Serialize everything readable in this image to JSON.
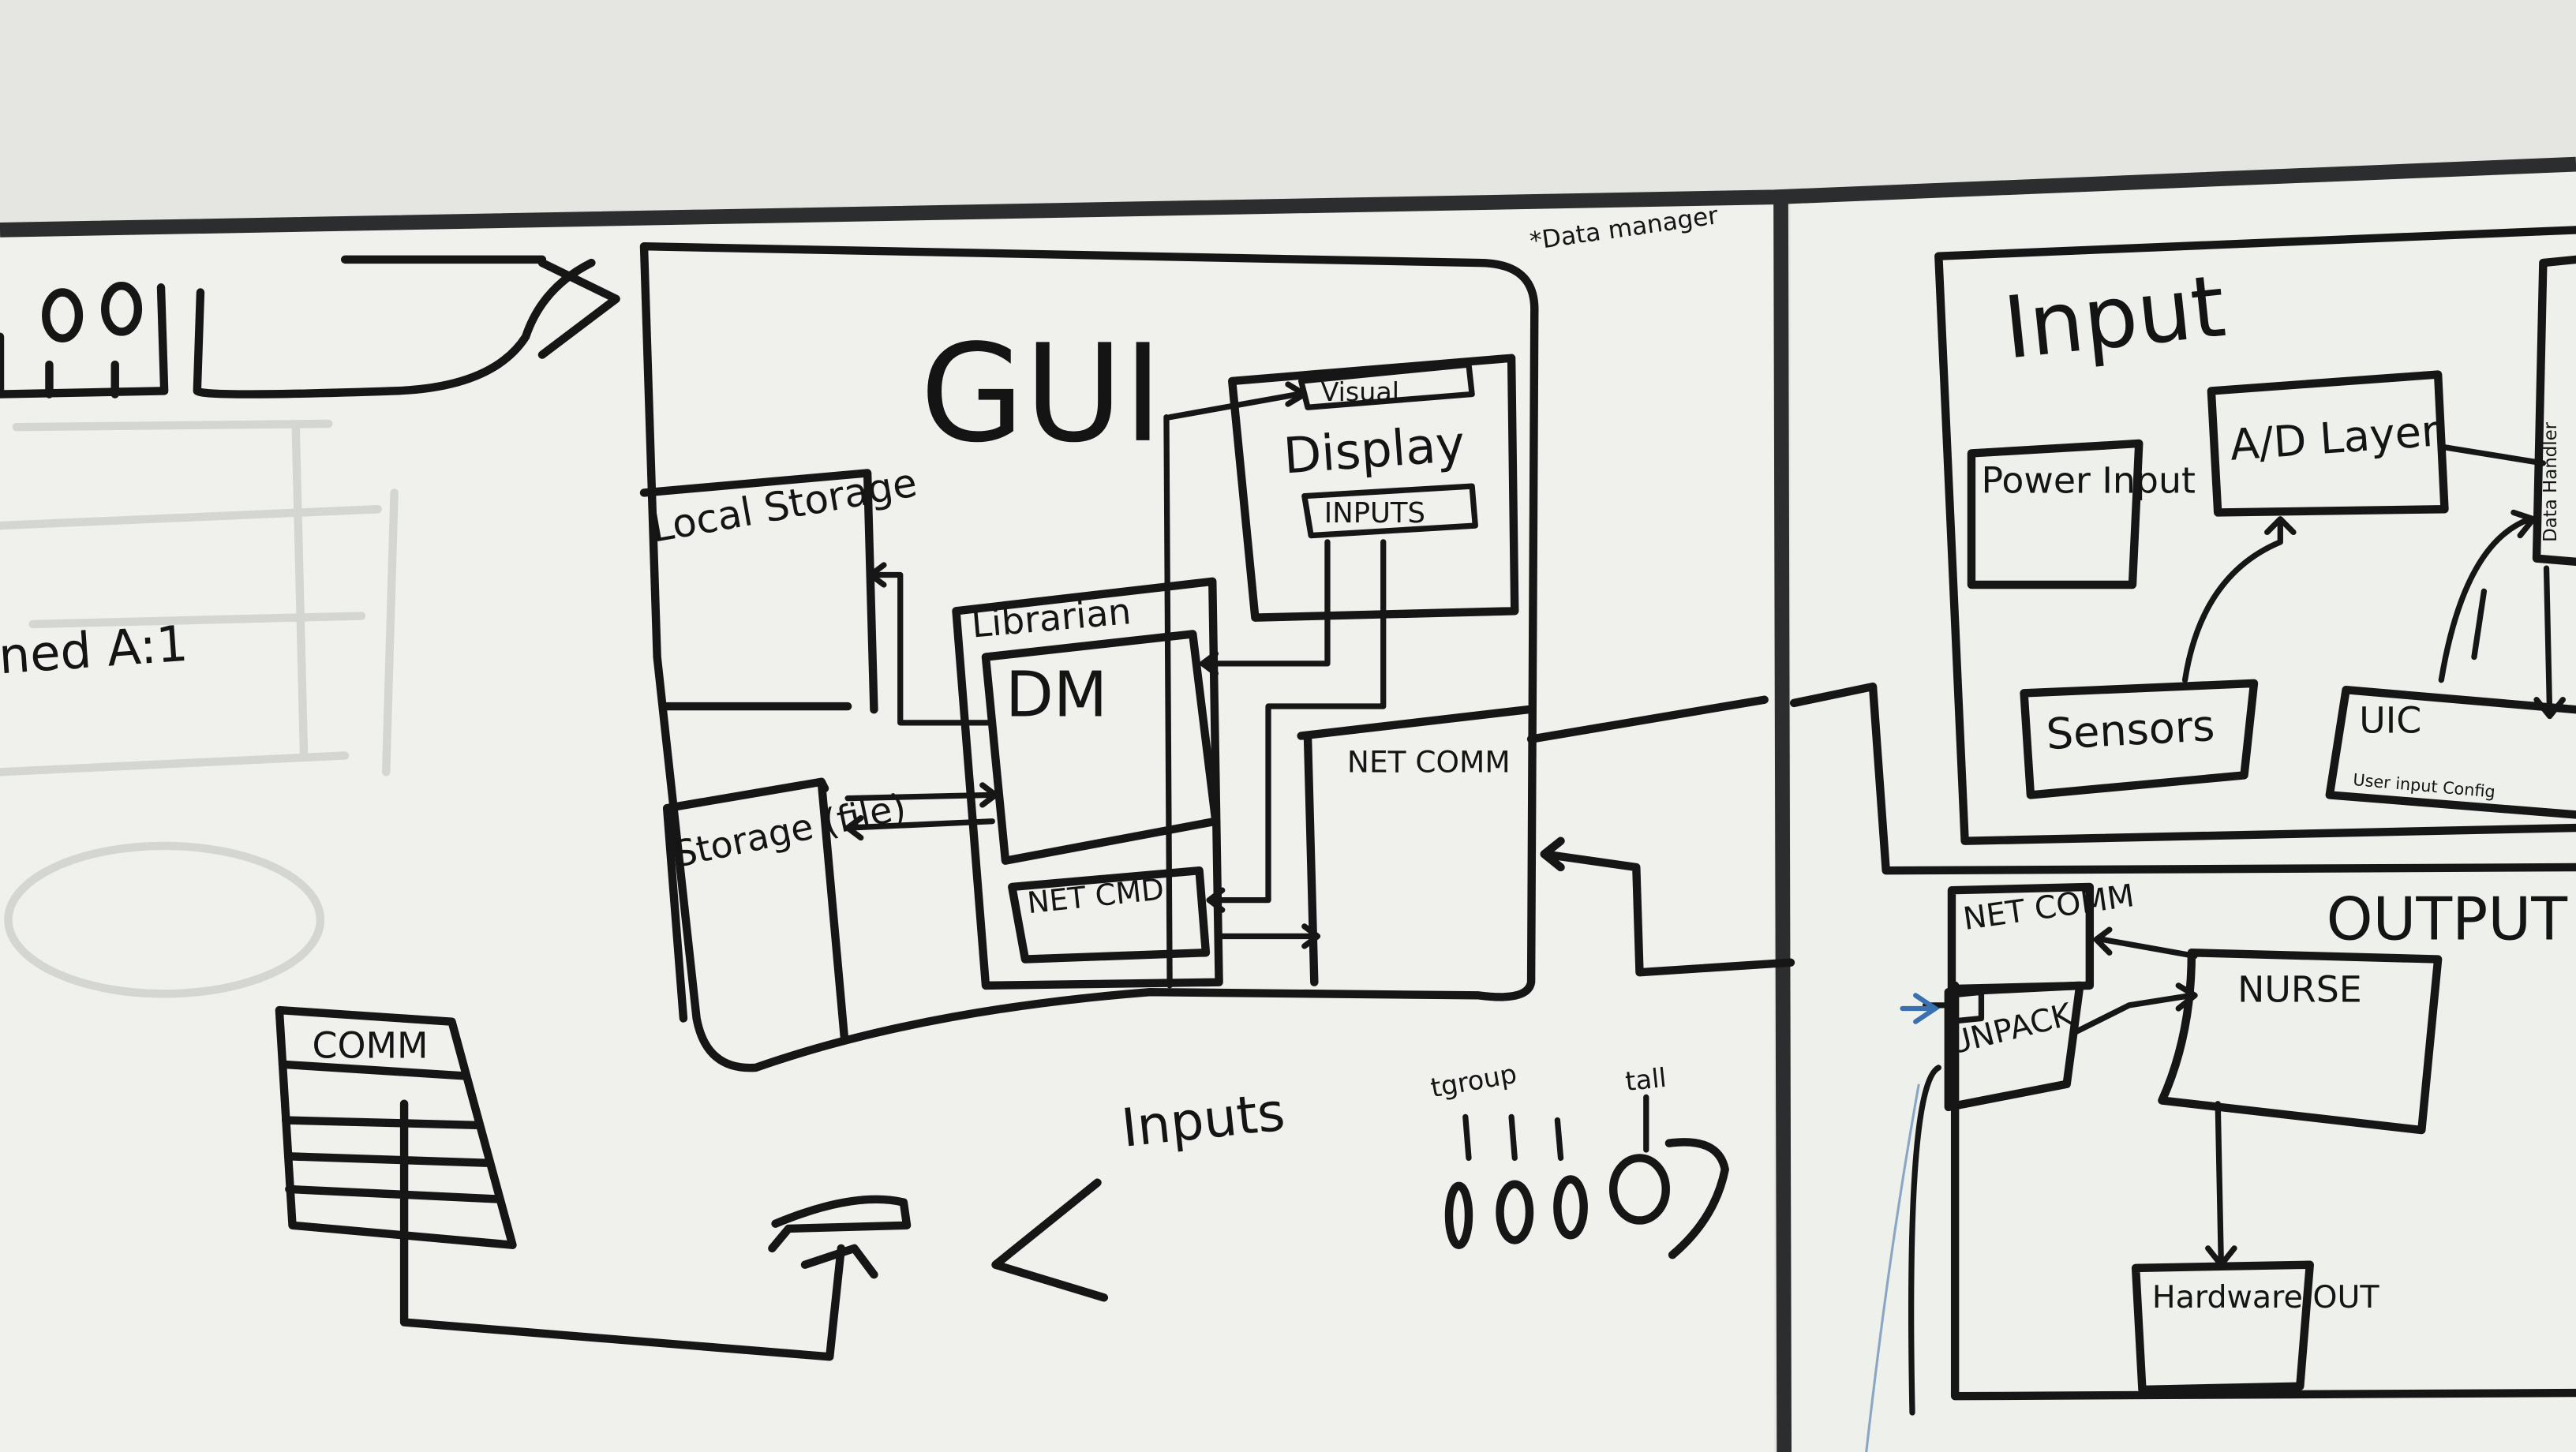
{
  "whiteboard": {
    "left_panel": {
      "fragment_text": "ned A:1",
      "table_header": "COMM",
      "inputs_label": "Inputs",
      "small_labels": [
        "tgroup",
        "tall"
      ]
    },
    "gui_block": {
      "note": "*Data manager",
      "title": "GUI",
      "local_storage": "Local Storage",
      "storage_file": "Storage (file)",
      "librarian": "Librarian",
      "dm": "DM",
      "net_cmd": "NET CMD",
      "visual": "Visual",
      "display": "Display",
      "inputs_box": "INPUTS",
      "net_comm": "NET COMM"
    },
    "right_panel": {
      "input_title": "Input",
      "power_input": "Power Input",
      "ad_layer": "A/D Layer",
      "sensors": "Sensors",
      "uic": "UIC",
      "uic_sub": "User input Config",
      "output_title": "OUTPUT",
      "net_comm": "NET COMM",
      "unpack": "UNPACK",
      "nurse": "NURSE",
      "hardware_out": "Hardware OUT",
      "side_label": "Data Handler"
    }
  },
  "colors": {
    "wall": "#e7e8e4",
    "board": "#f2f3ef",
    "frame": "#2b2d2e",
    "marker": "#161616",
    "blue_marker": "#3a6fb0"
  }
}
